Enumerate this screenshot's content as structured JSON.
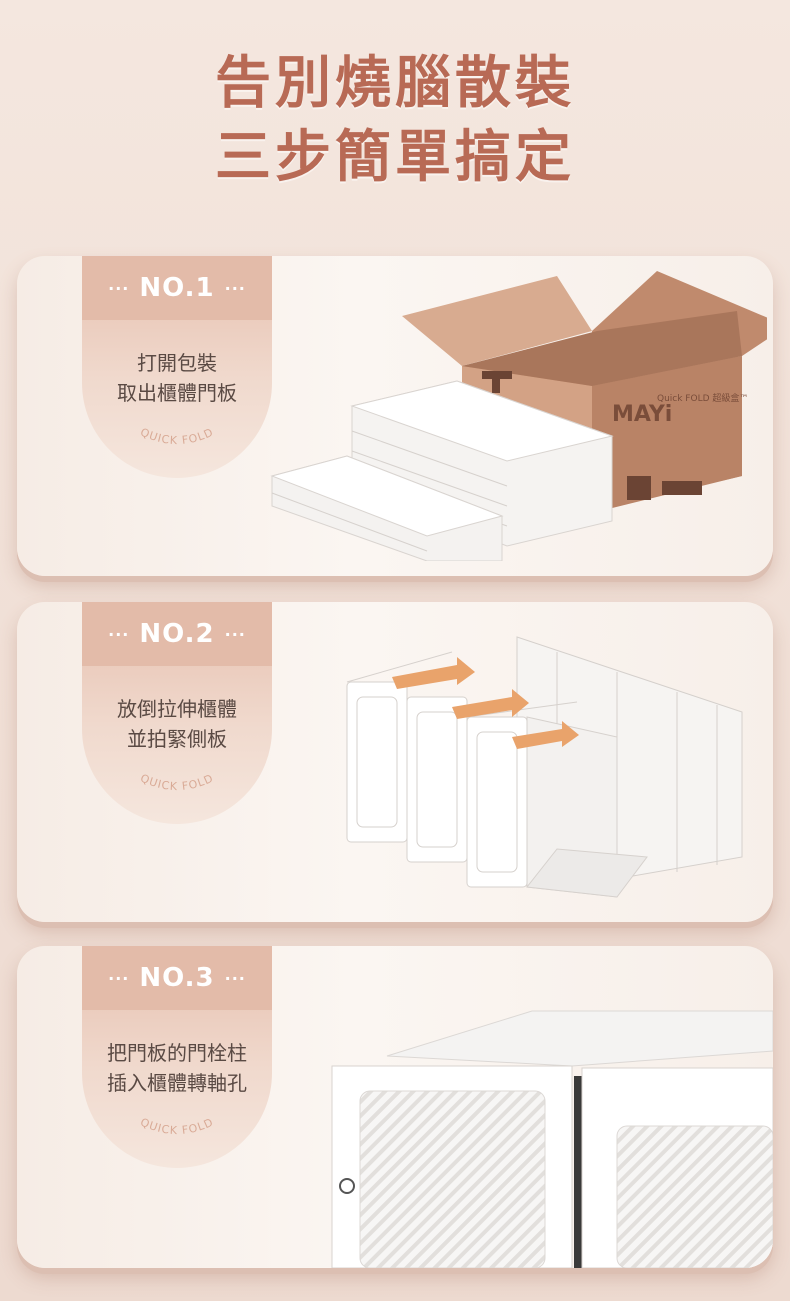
{
  "headline": {
    "line1": "告別燒腦散裝",
    "line2": "三步簡單搞定"
  },
  "tag_text": "QUICK FOLD",
  "steps": [
    {
      "number": "NO.1",
      "line1": "打開包裝",
      "line2": "取出櫃體門板"
    },
    {
      "number": "NO.2",
      "line1": "放倒拉伸櫃體",
      "line2": "並拍緊側板"
    },
    {
      "number": "NO.3",
      "line1": "把門板的門栓柱",
      "line2": "插入櫃體轉軸孔"
    }
  ],
  "box": {
    "brand": "MAYi",
    "product": "Quick FOLD 超級盒™"
  },
  "colors": {
    "headline": "#b86a55",
    "tab": "#e3bba9",
    "box": "#c99576",
    "arrow": "#e9a36b"
  }
}
